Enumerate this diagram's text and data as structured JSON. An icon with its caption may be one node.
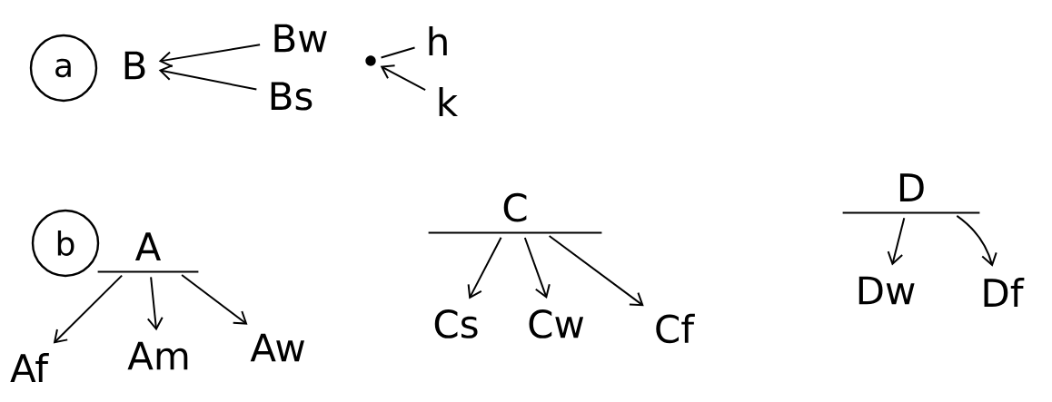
{
  "diagram": {
    "nodes": [
      {
        "text": [
          "a"
        ]
      },
      {
        "text": [
          "B"
        ]
      },
      {
        "text": [
          "Bw"
        ]
      },
      {
        "text": [
          "Bs"
        ]
      },
      {
        "text": [],
        "shape": "circle"
      },
      {
        "text": [
          "h"
        ]
      },
      {
        "text": [
          "k"
        ]
      },
      {
        "text": [
          "b"
        ]
      },
      {
        "text": [
          "A"
        ]
      },
      {
        "text": [
          "C"
        ]
      },
      {
        "text": [
          "D"
        ]
      },
      {
        "text": [
          "Af"
        ]
      },
      {
        "text": [
          "Am"
        ]
      },
      {
        "text": [
          "Aw"
        ]
      },
      {
        "text": [
          "Cs"
        ]
      },
      {
        "text": [
          "Cw"
        ]
      },
      {
        "text": [
          "Cf"
        ]
      },
      {
        "text": [
          "Dw"
        ]
      },
      {
        "text": [
          "Df"
        ]
      }
    ],
    "edges": [
      {
        "from": 2,
        "to": 1,
        "arrow": "to"
      },
      {
        "from": 3,
        "to": 1,
        "arrow": "to"
      },
      {
        "from": 5,
        "to": 4,
        "arrow": "none"
      },
      {
        "from": 6,
        "to": 4,
        "arrow": "to"
      },
      {
        "from": 8,
        "to": 11,
        "arrow": "to"
      },
      {
        "from": 8,
        "to": 12,
        "arrow": "to"
      },
      {
        "from": 8,
        "to": 13,
        "arrow": "to"
      },
      {
        "from": 9,
        "to": 14,
        "arrow": "to"
      },
      {
        "from": 9,
        "to": 15,
        "arrow": "to"
      },
      {
        "from": 9,
        "to": 16,
        "arrow": "to"
      },
      {
        "from": 10,
        "to": 17,
        "arrow": "to"
      },
      {
        "from": 10,
        "to": 18,
        "arrow": "to"
      }
    ]
  }
}
